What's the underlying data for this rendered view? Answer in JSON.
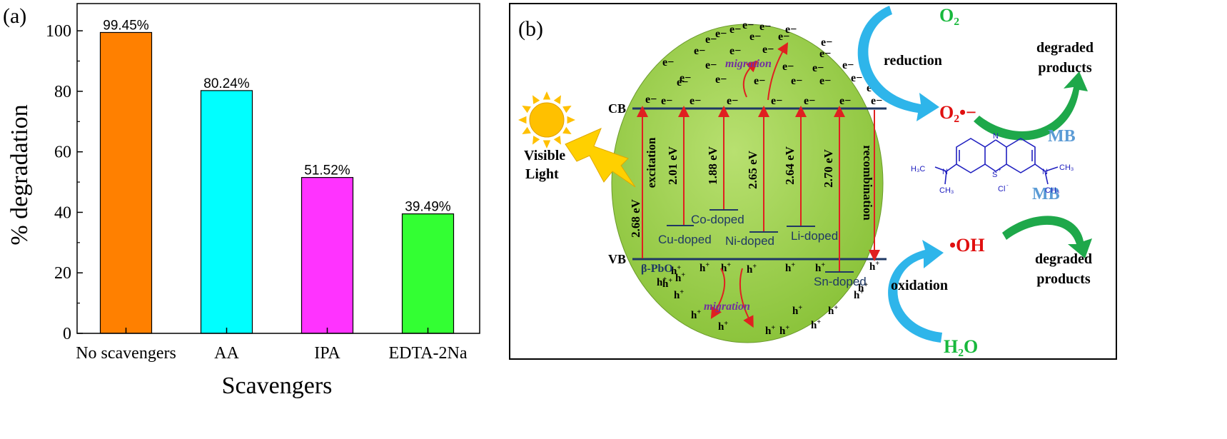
{
  "panel_a": {
    "label": "(a)",
    "chart_data": {
      "type": "bar",
      "categories": [
        "No scavengers",
        "AA",
        "IPA",
        "EDTA-2Na"
      ],
      "values": [
        99.45,
        80.24,
        51.52,
        39.49
      ],
      "value_labels": [
        "99.45%",
        "80.24%",
        "51.52%",
        "39.49%"
      ],
      "colors": [
        "#ff8000",
        "#00ffff",
        "#ff33ff",
        "#33ff33"
      ],
      "xlabel": "Scavengers",
      "ylabel": "% degradation",
      "ylim": [
        0,
        100
      ],
      "yticks": [
        0,
        20,
        40,
        60,
        80,
        100
      ],
      "ytick_labels": [
        "0",
        "20",
        "40",
        "60",
        "80",
        "100"
      ],
      "grid": false
    }
  },
  "panel_b": {
    "label": "(b)",
    "cb": "CB",
    "vb": "VB",
    "visible": "Visible",
    "light": "Light",
    "electron": "e−",
    "hole": "h",
    "hole_sup": "+",
    "migration": "migration",
    "excitation": "excitation",
    "recombination": "recombination",
    "bandgaps": [
      "2.68 eV",
      "2.01 eV",
      "1.88 eV",
      "2.65 eV",
      "2.64 eV",
      "2.70 eV"
    ],
    "dopants": [
      "Cu-doped",
      "Co-doped",
      "Ni-doped",
      "Li-doped",
      "Sn-doped"
    ],
    "host": "β-PbO",
    "o2": "O₂",
    "reduction": "reduction",
    "superoxide": "O₂•−",
    "degraded_products_1": [
      "degraded",
      "products"
    ],
    "mb_top": "MB",
    "mb_bottom": "MB",
    "mb_structure": {
      "ring_n": "N",
      "ring_s": "S",
      "s_charge": "+",
      "counter_ion": "Cl",
      "counter_charge": "-",
      "methyl": "H₃C",
      "n_group": "N",
      "ch3": "CH₃"
    },
    "hydroxyl": "•OH",
    "oxidation": "oxidation",
    "degraded_products_2": [
      "degraded",
      "products"
    ],
    "h2o": "H₂O",
    "colors": {
      "sphere": "#9ed048",
      "band_line": "#1f3864",
      "arrow": "#e02020",
      "dopant_text": "#1f3864",
      "migration_text": "#7030a0",
      "blue_arrow": "#2eb5ea",
      "green_arrow": "#1ea84a",
      "species_green": "#18b83c",
      "species_red": "#e01010",
      "mb_text": "#5b9bd5"
    }
  }
}
